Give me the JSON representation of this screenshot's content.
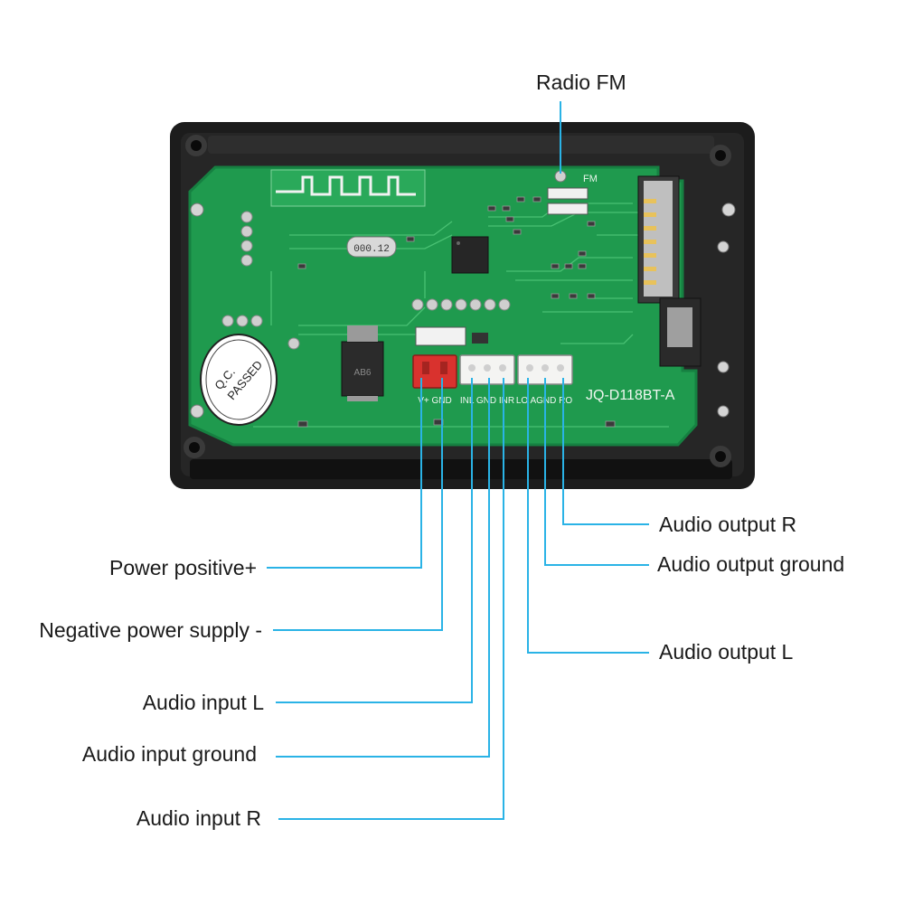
{
  "product": {
    "model_silk": "JQ-D118BT-A",
    "qc_sticker_line1": "Q.C.",
    "qc_sticker_line2": "PASSED",
    "crystal_marking": "000.12",
    "fm_silk": "FM",
    "regulator_marking": "AB6",
    "power_connector_silk": "V+ GND",
    "input_connector_silk": "INL GND INR",
    "output_connector_silk": "LO AGND RO"
  },
  "colors": {
    "pcb_green": "#1f9a4e",
    "pcb_edge": "#168041",
    "frame_black": "#1c1c1c",
    "leader_line": "#2ab3e6",
    "power_connector": "#d9322e",
    "audio_connector": "#f4f4f2"
  },
  "labels": {
    "radio_fm": "Radio FM",
    "power_positive": "Power positive+",
    "negative_power": "Negative power supply -",
    "audio_input_l": "Audio input L",
    "audio_input_ground": "Audio input ground",
    "audio_input_r": "Audio input R",
    "audio_output_r": "Audio output R",
    "audio_output_ground": "Audio output ground",
    "audio_output_l": "Audio output L"
  }
}
